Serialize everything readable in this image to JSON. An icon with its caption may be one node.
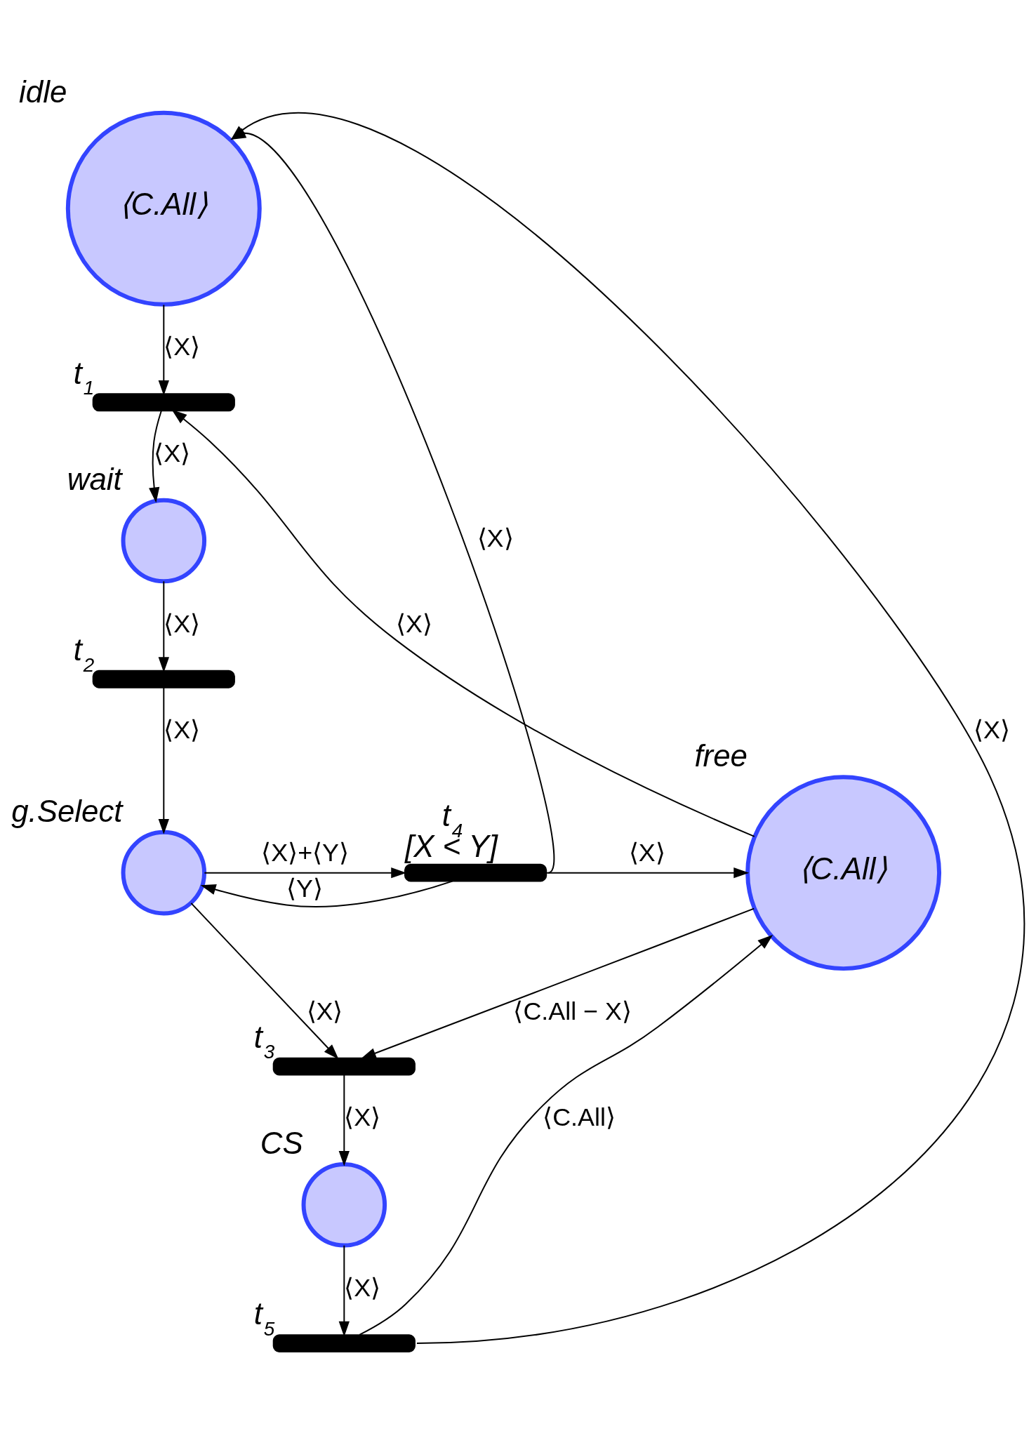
{
  "diagram": {
    "nodes": [
      {
        "text": [
          "⟨C.All⟩"
        ],
        "beside": [
          "idle"
        ]
      },
      {
        "text": [],
        "shape": "bar",
        "beside": [
          "t$_{1}$"
        ]
      },
      {
        "text": [],
        "shape": "circle",
        "beside": [
          "wait"
        ]
      },
      {
        "text": [],
        "shape": "bar",
        "beside": [
          "t$_{2}$"
        ]
      },
      {
        "text": [
          "⟨C.All⟩"
        ],
        "beside": [
          "free"
        ]
      },
      {
        "text": [],
        "shape": "circle",
        "beside": [
          "g.Select"
        ]
      },
      {
        "text": [],
        "shape": "bar",
        "beside": [
          "t$_{4}$",
          "[X < Y]"
        ]
      },
      {
        "text": [],
        "shape": "bar",
        "beside": [
          "t$_{3}$"
        ]
      },
      {
        "text": [],
        "shape": "circle",
        "beside": [
          "CS"
        ]
      },
      {
        "text": [],
        "shape": "bar",
        "beside": [
          "t$_{5}$"
        ]
      }
    ],
    "edges": [
      {
        "from": 0,
        "to": 1,
        "arrow": "to",
        "label": "⟨X⟩"
      },
      {
        "from": 1,
        "to": 2,
        "arrow": "to",
        "label": "⟨X⟩"
      },
      {
        "from": 2,
        "to": 3,
        "arrow": "to",
        "label": "⟨X⟩"
      },
      {
        "from": 3,
        "to": 5,
        "arrow": "to",
        "label": "⟨X⟩"
      },
      {
        "from": 5,
        "to": 6,
        "arrow": "to",
        "label": "⟨X⟩+⟨Y⟩"
      },
      {
        "from": 6,
        "to": 5,
        "arrow": "to",
        "label": "⟨Y⟩"
      },
      {
        "from": 6,
        "to": 0,
        "arrow": "to",
        "label": "⟨X⟩"
      },
      {
        "from": 6,
        "to": 4,
        "arrow": "to",
        "label": "⟨X⟩"
      },
      {
        "from": 4,
        "to": 1,
        "arrow": "to",
        "label": "⟨X⟩"
      },
      {
        "from": 5,
        "to": 7,
        "arrow": "to",
        "label": "⟨X⟩"
      },
      {
        "from": 4,
        "to": 7,
        "arrow": "to",
        "label": "⟨C.All − X⟩"
      },
      {
        "from": 7,
        "to": 8,
        "arrow": "to",
        "label": "⟨X⟩"
      },
      {
        "from": 8,
        "to": 9,
        "arrow": "to",
        "label": "⟨X⟩"
      },
      {
        "from": 9,
        "to": 4,
        "arrow": "to",
        "label": "⟨C.All⟩"
      },
      {
        "from": 9,
        "to": 0,
        "arrow": "to",
        "label": "⟨X⟩"
      }
    ]
  }
}
